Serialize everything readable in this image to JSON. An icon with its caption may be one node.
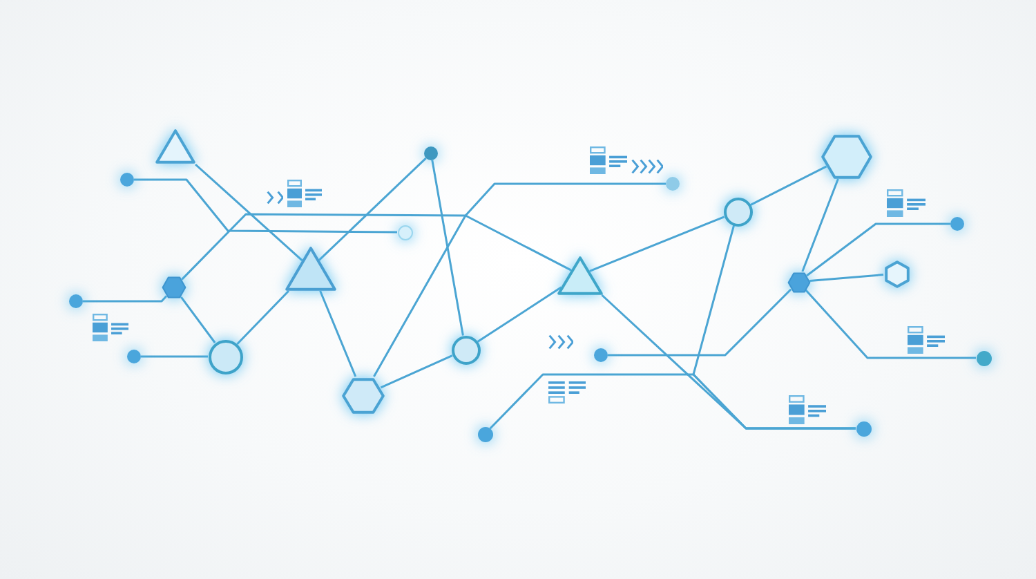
{
  "diagram": {
    "nodes": [
      {
        "text": [],
        "shape": "triangle"
      },
      {
        "text": [],
        "shape": "dot"
      },
      {
        "text": [],
        "shape": "hexagon"
      },
      {
        "text": [],
        "shape": "dot"
      },
      {
        "text": [],
        "shape": "triangle"
      },
      {
        "text": [],
        "shape": "dot"
      },
      {
        "text": [],
        "shape": "circle"
      },
      {
        "text": [],
        "shape": "hexagon"
      },
      {
        "text": [],
        "shape": "dot"
      },
      {
        "text": [],
        "shape": "dot"
      },
      {
        "text": [],
        "shape": "circle"
      },
      {
        "text": [],
        "shape": "triangle"
      },
      {
        "text": [],
        "shape": "dot"
      },
      {
        "text": [],
        "shape": "circle"
      },
      {
        "text": [],
        "shape": "hexagon"
      },
      {
        "text": [],
        "shape": "dot"
      },
      {
        "text": [],
        "shape": "hexagon"
      },
      {
        "text": [],
        "shape": "hexagon"
      },
      {
        "text": [],
        "shape": "dot"
      },
      {
        "text": [],
        "shape": "dot"
      },
      {
        "text": [],
        "shape": "dot"
      },
      {
        "text": [],
        "shape": "dot"
      }
    ],
    "edges": [
      {
        "from": 1,
        "to": 9,
        "arrow": "none"
      },
      {
        "from": 0,
        "to": 4,
        "arrow": "none"
      },
      {
        "from": 2,
        "to": 12,
        "arrow": "none"
      },
      {
        "from": 3,
        "to": 2,
        "arrow": "none"
      },
      {
        "from": 2,
        "to": 6,
        "arrow": "none"
      },
      {
        "from": 5,
        "to": 6,
        "arrow": "none"
      },
      {
        "from": 6,
        "to": 4,
        "arrow": "none"
      },
      {
        "from": 4,
        "to": 7,
        "arrow": "none"
      },
      {
        "from": 4,
        "to": 8,
        "arrow": "none"
      },
      {
        "from": 8,
        "to": 10,
        "arrow": "none"
      },
      {
        "from": 7,
        "to": 10,
        "arrow": "none"
      },
      {
        "from": 7,
        "to": 11,
        "arrow": "none"
      },
      {
        "from": 10,
        "to": 11,
        "arrow": "none"
      },
      {
        "from": 11,
        "to": 13,
        "arrow": "none"
      },
      {
        "from": 11,
        "to": 21,
        "arrow": "none"
      },
      {
        "from": 20,
        "to": 21,
        "arrow": "none"
      },
      {
        "from": 13,
        "to": 21,
        "arrow": "none"
      },
      {
        "from": 13,
        "to": 14,
        "arrow": "none"
      },
      {
        "from": 14,
        "to": 16,
        "arrow": "none"
      },
      {
        "from": 16,
        "to": 15,
        "arrow": "none"
      },
      {
        "from": 16,
        "to": 17,
        "arrow": "none"
      },
      {
        "from": 16,
        "to": 19,
        "arrow": "none"
      },
      {
        "from": 18,
        "to": 16,
        "arrow": "none"
      }
    ]
  }
}
